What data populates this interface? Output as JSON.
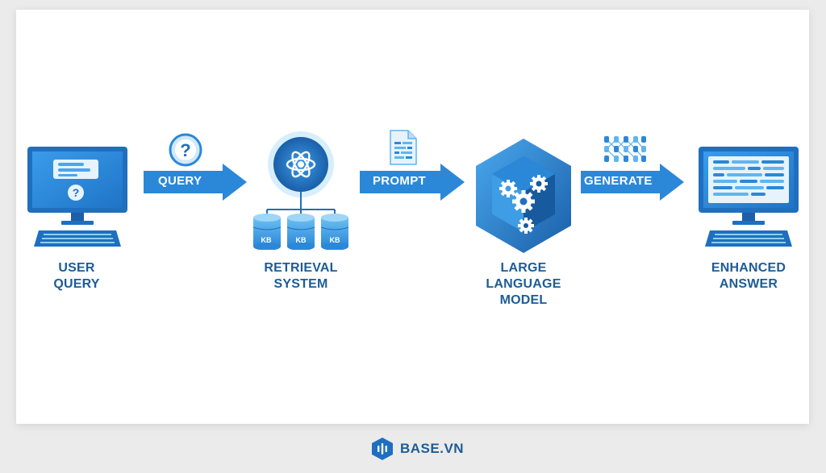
{
  "diagram": {
    "steps": [
      {
        "id": "user-query",
        "label_lines": [
          "USER",
          "QUERY"
        ]
      },
      {
        "id": "retrieval-system",
        "label_lines": [
          "RETRIEVAL",
          "SYSTEM"
        ],
        "kb_labels": [
          "KB",
          "KB",
          "KB"
        ]
      },
      {
        "id": "large-language-model",
        "label_lines": [
          "LARGE",
          "LANGUAGE",
          "MODEL"
        ]
      },
      {
        "id": "enhanced-answer",
        "label_lines": [
          "ENHANCED",
          "ANSWER"
        ]
      }
    ],
    "arrows": [
      {
        "label": "QUERY",
        "icon": "question-circle-icon"
      },
      {
        "label": "PROMPT",
        "icon": "document-icon"
      },
      {
        "label": "GENERATE",
        "icon": "token-network-icon"
      }
    ]
  },
  "footer": {
    "brand": "BASE.VN",
    "icon": "base-logo-icon"
  },
  "colors": {
    "primary": "#1f6fc0",
    "arrow": "#2b88d8",
    "label": "#1d5c96",
    "light": "#5fb6ee",
    "pale": "#cfe9fb",
    "background": "#ebebeb"
  }
}
